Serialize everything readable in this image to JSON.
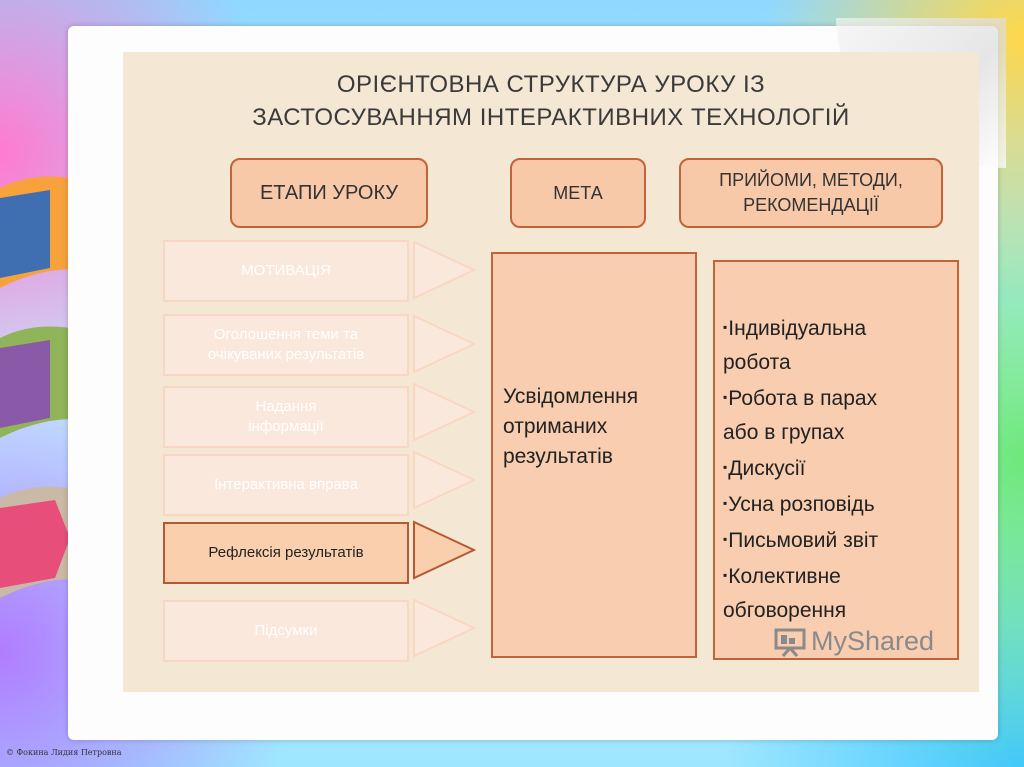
{
  "title": {
    "line1": "ОРІЄНТОВНА СТРУКТУРА УРОКУ ІЗ",
    "line2": "ЗАСТОСУВАННЯМ ІНТЕРАКТИВНИХ ТЕХНОЛОГІЙ"
  },
  "headers": {
    "stages": "ЕТАПИ УРОКУ",
    "goal": "МЕТА",
    "methods_line1": "ПРИЙОМИ, МЕТОДИ,",
    "methods_line2": "РЕКОМЕНДАЦІЇ"
  },
  "stages": [
    {
      "line1": "МОТИВАЦІЯ",
      "line2": ""
    },
    {
      "line1": "Оголошення теми та",
      "line2": "очікуваних  результатів"
    },
    {
      "line1": "Надання",
      "line2": "інформації"
    },
    {
      "line1": "Інтерактивна вправа",
      "line2": ""
    },
    {
      "line1": "Рефлексія результатів",
      "line2": ""
    },
    {
      "line1": "Підсумки",
      "line2": ""
    }
  ],
  "active_stage_index": 4,
  "goal": {
    "line1": "Усвідомлення",
    "line2": "отриманих",
    "line3": "результатів"
  },
  "methods": [
    {
      "line1": "Індивідуальна",
      "line2": "робота"
    },
    {
      "line1": "Робота в парах",
      "line2": "або в групах"
    },
    {
      "line1": "Дискусії",
      "line2": ""
    },
    {
      "line1": "Усна розповідь",
      "line2": ""
    },
    {
      "line1": "Письмовий звіт",
      "line2": ""
    },
    {
      "line1": "Колективне",
      "line2": "обговорення"
    }
  ],
  "bullet": "▪",
  "watermark": "MyShared",
  "credit": "© Фокина Лидия Петровна",
  "colors": {
    "header_fill": "#f8c9a8",
    "border": "#c0643a",
    "slide_bg": "#f4e7d3",
    "inactive_stage": "#fbe8dd"
  },
  "icons": [
    "presentation-icon",
    "arrow-right-icon"
  ]
}
